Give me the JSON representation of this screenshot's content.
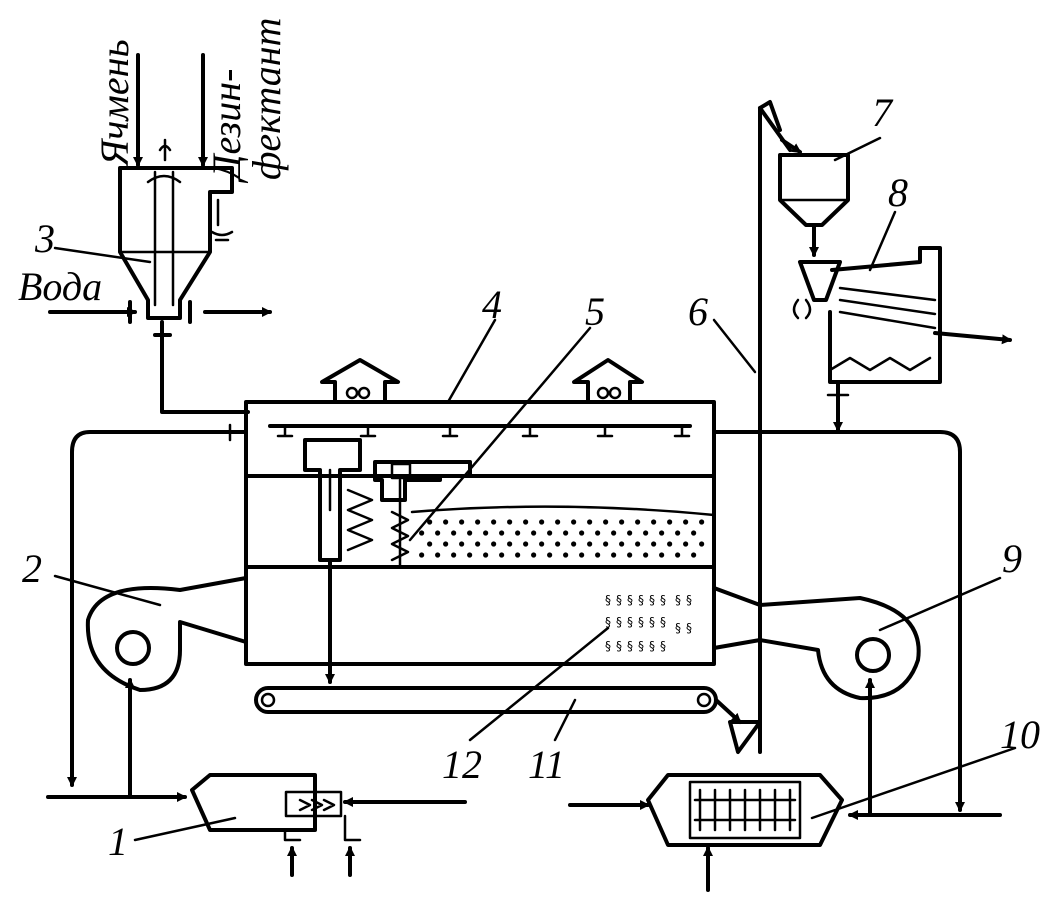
{
  "labels": {
    "barley": "Ячмень",
    "disinfectant_line1": "Дезин-",
    "disinfectant_line2": "фектант",
    "water": "Вода"
  },
  "callouts": [
    "1",
    "2",
    "3",
    "4",
    "5",
    "6",
    "7",
    "8",
    "9",
    "10",
    "11",
    "12"
  ]
}
